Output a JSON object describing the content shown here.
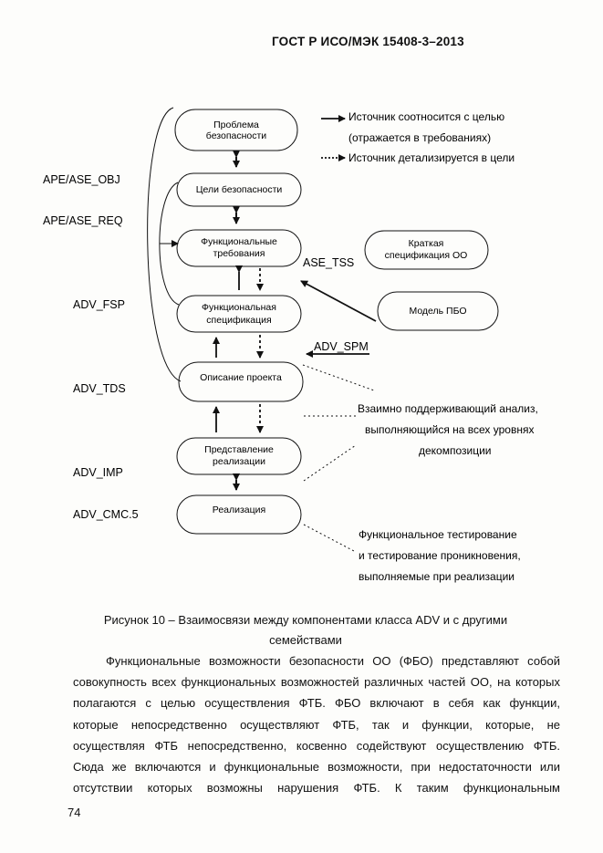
{
  "header": {
    "standard": "ГОСТ Р ИСО/МЭК 15408-3–2013"
  },
  "diagram": {
    "boxes": {
      "problem": [
        "Проблема",
        "безопасности"
      ],
      "goals": [
        "Цели безопасности"
      ],
      "func_req": [
        "Функциональные",
        "требования"
      ],
      "func_spec": [
        "Функциональная",
        "спецификация"
      ],
      "design": [
        "Описание проекта"
      ],
      "impl_repr": [
        "Представление",
        "реализации"
      ],
      "impl": [
        "Реализация"
      ],
      "summary_spec": [
        "Краткая",
        "спецификация ОО"
      ],
      "tsf_model": [
        "Модель ПБО"
      ]
    },
    "side_labels": {
      "ape_ase_obj": "APE/ASE_OBJ",
      "ape_ase_req": "APE/ASE_REQ",
      "adv_fsp": "ADV_FSP",
      "adv_tds": "ADV_TDS",
      "adv_imp": "ADV_IMP",
      "adv_cmc5": "ADV_CMC.5",
      "ase_tss": "ASE_TSS",
      "adv_spm": "ADV_SPM"
    },
    "legend": {
      "solid": "Источник соотносится с целью",
      "solid_cont": "(отражается в требованиях)",
      "dotted": "Источник детализируется в цели"
    },
    "notes": {
      "mutual": [
        "Взаимно поддерживающий анализ,",
        "выполняющийся на всех уровнях",
        "декомпозиции"
      ],
      "testing": [
        "Функциональное тестирование",
        "и тестирование проникновения,",
        "выполняемые при реализации"
      ]
    }
  },
  "caption": {
    "line1": "Рисунок 10 – Взаимосвязи между компонентами класса ADV и с другими",
    "line2": "семействами"
  },
  "paragraph": [
    "Функциональные возможности безопасности ОО (ФБО) представляют собой",
    "совокупность всех функциональных возможностей различных частей ОО, на которых",
    "полагаются с целью осуществления ФТБ. ФБО включают в себя как функции,",
    "которые непосредственно осуществляют ФТБ, так и функции, которые, не",
    "осуществляя ФТБ непосредственно, косвенно содействуют осуществлению ФТБ.",
    "Сюда же включаются и функциональные возможности, при недостаточности или",
    "отсутствии которых возможны нарушения ФТБ. К таким функциональным"
  ],
  "page_number": "74"
}
